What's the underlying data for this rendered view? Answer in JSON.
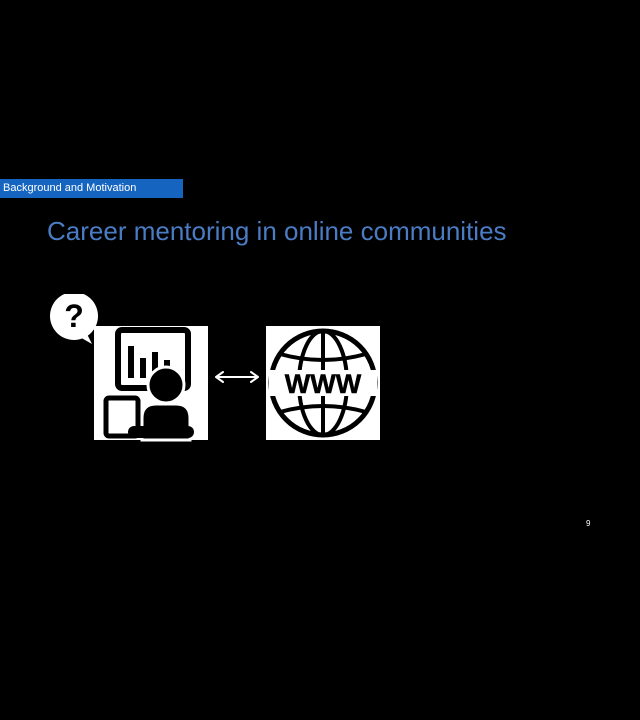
{
  "slide": {
    "section_label": "Background and Motivation",
    "title": "Career mentoring in online communities",
    "page_number": "9"
  },
  "illustration": {
    "left_icon": "person-question-dashboard-icon",
    "connector_icon": "double-arrow-icon",
    "right_icon": "www-globe-icon",
    "globe_text": "WWW"
  },
  "colors": {
    "background": "#000000",
    "section_tag": "#1565c0",
    "title": "#4a7cc4"
  }
}
